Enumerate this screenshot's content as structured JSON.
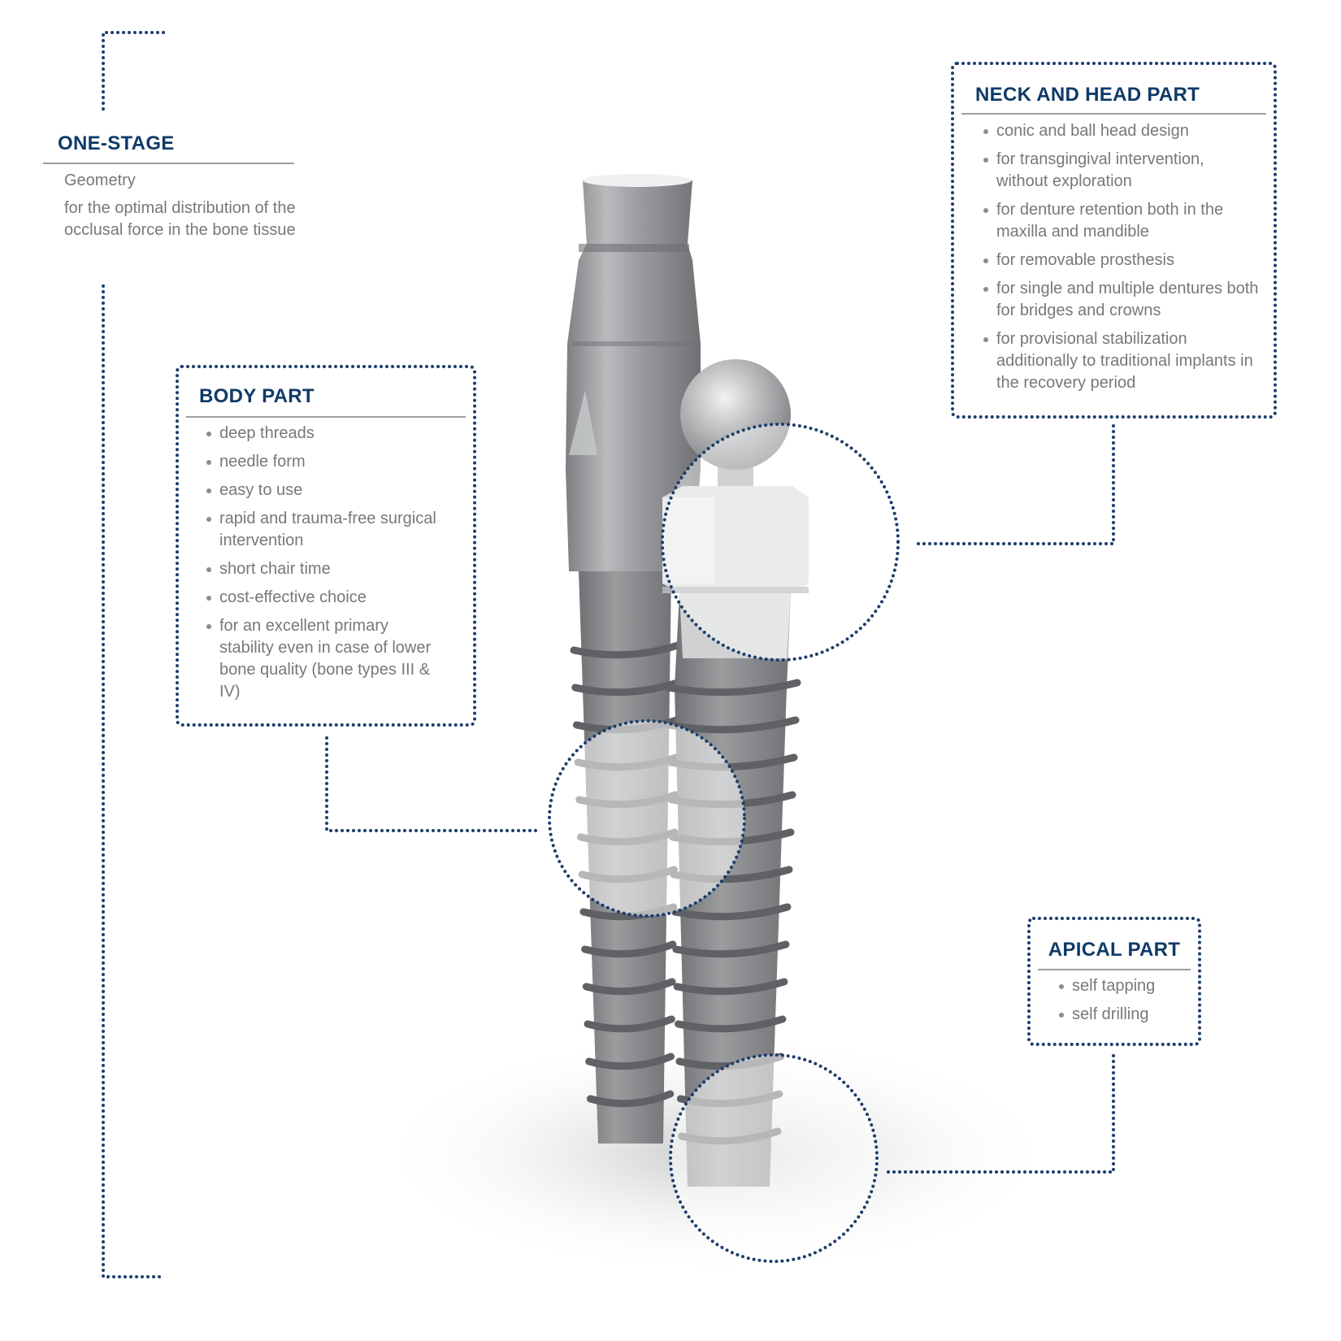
{
  "one_stage": {
    "title": "ONE-STAGE",
    "subtitle": "Geometry",
    "description": "for the optimal distribution of the occlusal force in the bone tissue"
  },
  "body_part": {
    "title": "BODY PART",
    "items": [
      "deep threads",
      "needle form",
      "easy to use",
      "rapid and trauma-free surgical intervention",
      "short chair time",
      "cost-effective choice",
      "for an excellent primary stability even in case of lower bone quality (bone types III & IV)"
    ]
  },
  "neck_head_part": {
    "title": "NECK AND HEAD PART",
    "items": [
      "conic and ball head design",
      "for transgingival intervention, without exploration",
      "for denture retention both in the maxilla and mandible",
      "for removable prosthesis",
      "for single and multiple dentures both for bridges and crowns",
      "for provisional stabilization additionally to traditional implants in the recovery period"
    ]
  },
  "apical_part": {
    "title": "APICAL PART",
    "items": [
      "self tapping",
      "self drilling"
    ]
  },
  "colors": {
    "accent": "#0f3a68",
    "dots": "#1c3d6b",
    "text": "#76787b",
    "rule": "#9a9ea3",
    "metal": "#8e9093"
  }
}
